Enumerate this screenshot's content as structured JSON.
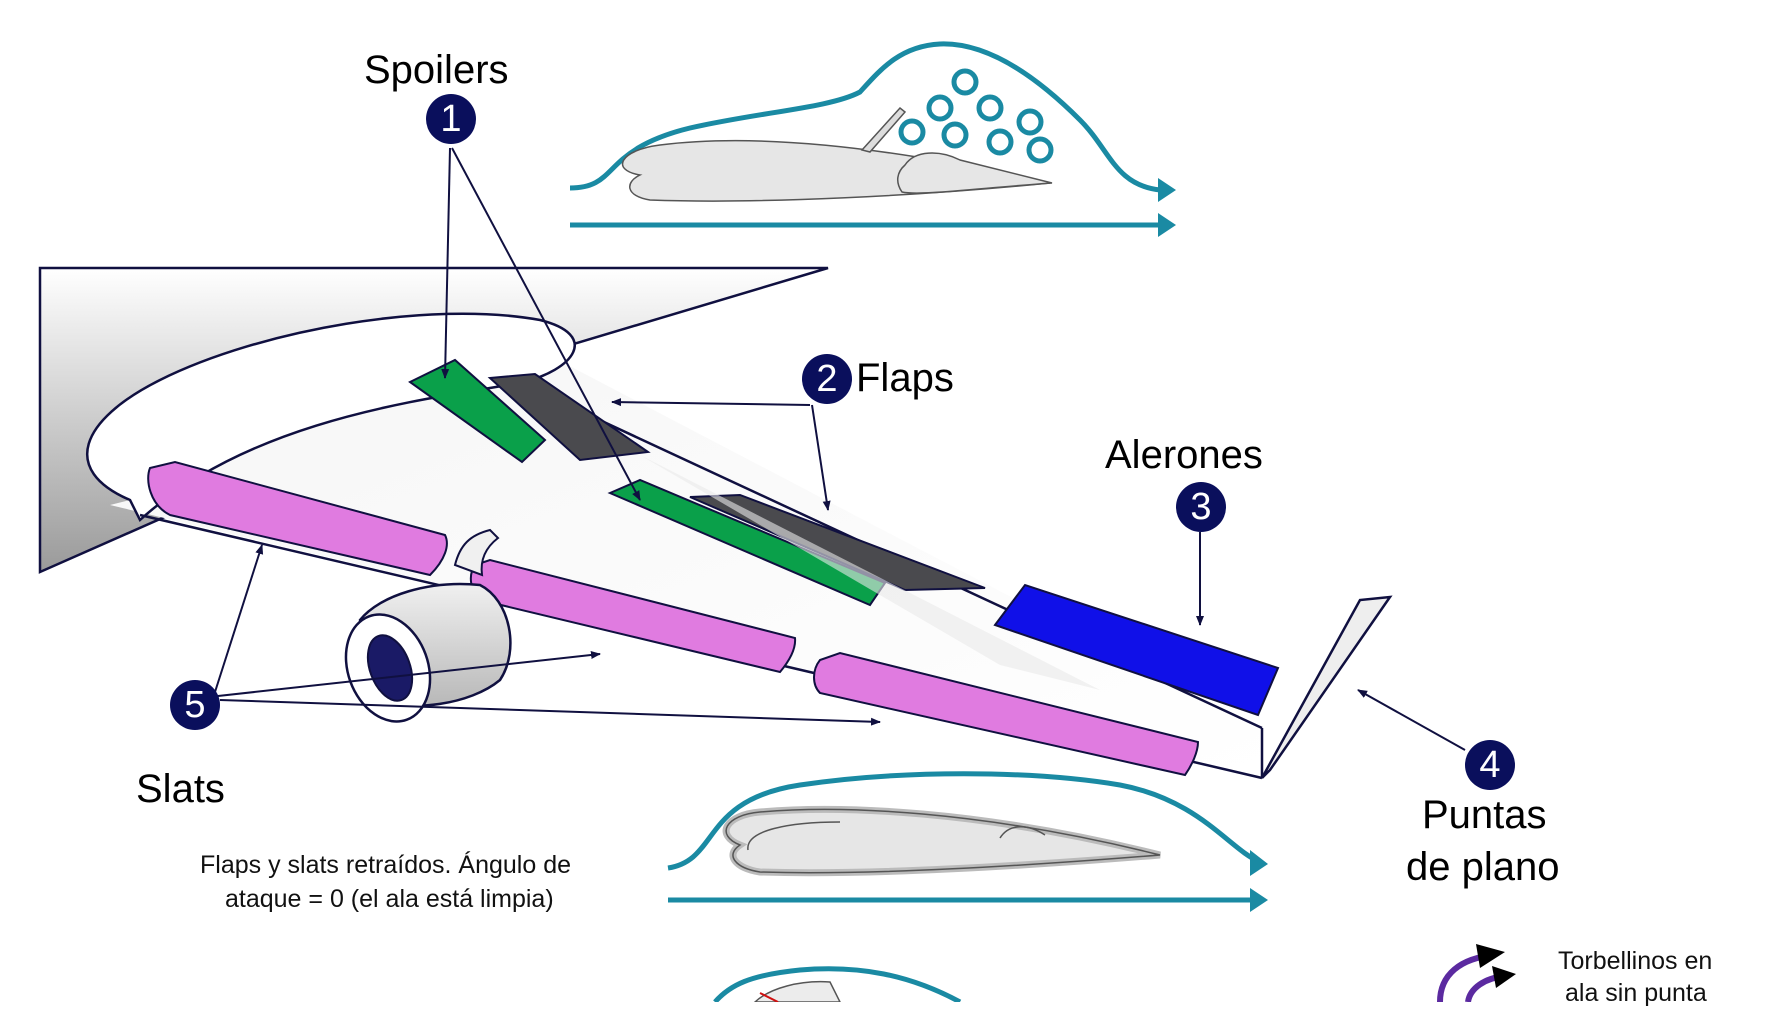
{
  "labels": {
    "spoilers": "Spoilers",
    "flaps": "Flaps",
    "alerones": "Alerones",
    "puntas_line1": "Puntas",
    "puntas_line2": "de plano",
    "slats": "Slats"
  },
  "badges": {
    "b1": "1",
    "b2": "2",
    "b3": "3",
    "b4": "4",
    "b5": "5"
  },
  "captions": {
    "clean_line1": "Flaps y slats retraídos. Ángulo de",
    "clean_line2": "ataque = 0 (el ala está limpia)",
    "vortex_line1": "Torbellinos en",
    "vortex_line2": "ala sin punta"
  },
  "colors": {
    "airflow": "#1a8aa3",
    "badge": "#0a0f5c",
    "spoiler_green": "#0aa04a",
    "flap_dark": "#4a4a4e",
    "aileron_blue": "#1010e8",
    "slat_pink": "#e07be0",
    "outline": "#101040"
  }
}
